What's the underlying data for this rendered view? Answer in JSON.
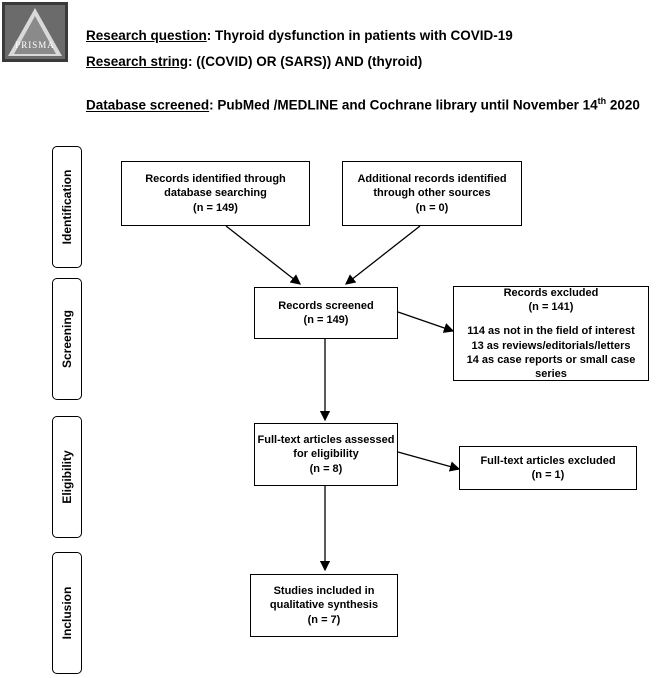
{
  "header": {
    "question_key": "Research question",
    "question_val": "Thyroid dysfunction in patients with COVID-19",
    "string_key": "Research string",
    "string_val": "((COVID) OR (SARS)) AND (thyroid)",
    "db_key": "Database screened",
    "db_val": "PubMed /MEDLINE and Cochrane library until November 14",
    "db_sup": "th",
    "db_year": " 2020",
    "logo_text": "PRISMA"
  },
  "stages": {
    "identification": "Identification",
    "screening": "Screening",
    "eligibility": "Eligibility",
    "inclusion": "Inclusion"
  },
  "boxes": {
    "db_search": [
      "Records identified through",
      "database searching",
      "(n =  149)"
    ],
    "other_sources": [
      "Additional records identified",
      "through other sources",
      "(n =  0)"
    ],
    "screened": [
      "Records screened",
      "(n = 149)"
    ],
    "excluded_head": [
      "Records excluded",
      "(n =  141)"
    ],
    "excluded_reasons": [
      "114 as not in the field of interest",
      "13 as reviews/editorials/letters",
      "14 as case reports or small case series"
    ],
    "fulltext": [
      "Full-text articles assessed",
      "for eligibility",
      "(n = 8)"
    ],
    "fulltext_excluded": [
      "Full-text articles excluded",
      "(n = 1)"
    ],
    "included": [
      "Studies included in",
      "qualitative synthesis",
      "(n = 7)"
    ]
  }
}
